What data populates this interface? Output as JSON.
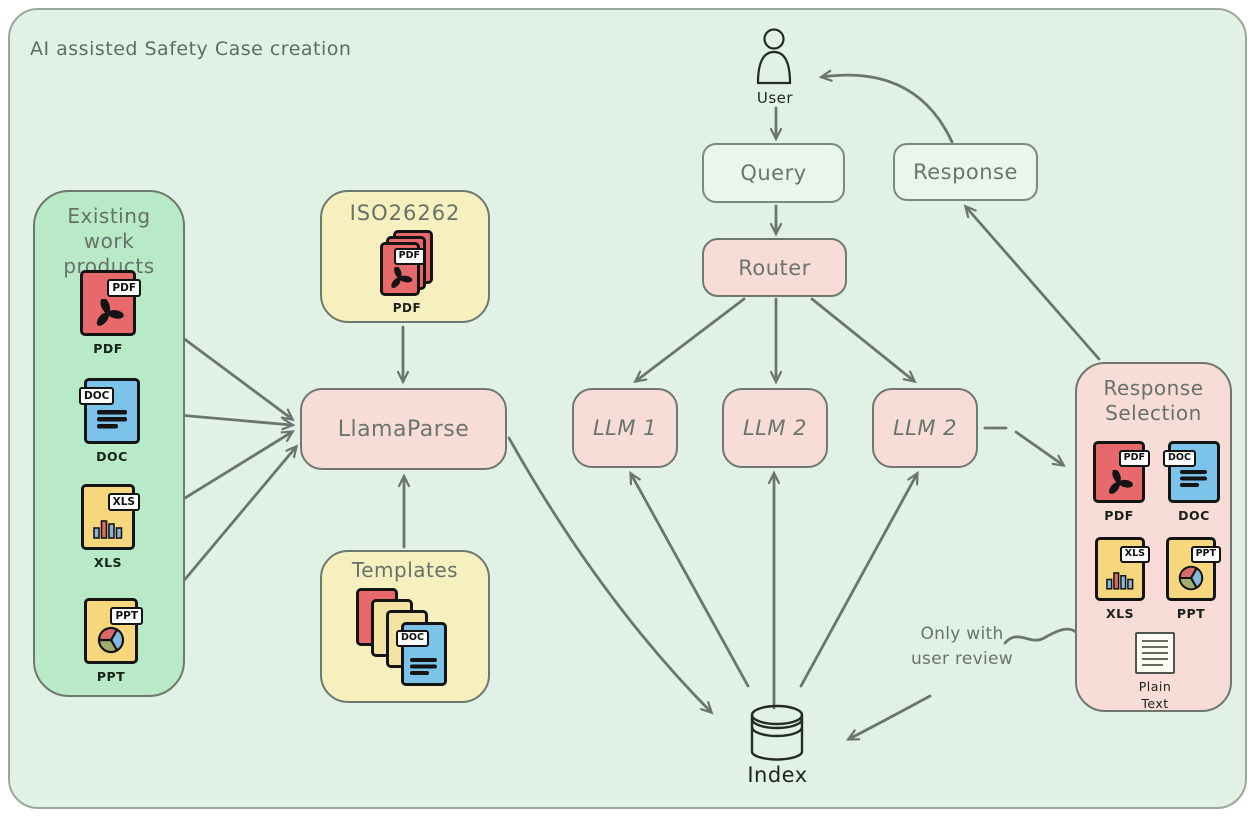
{
  "title": "AI assisted Safety Case creation",
  "colors": {
    "canvas": "#e2f1e5",
    "group_green": "#b9eac7",
    "group_yellow": "#f6f0bf",
    "node_pink": "#f8dcd7",
    "connector_gray": "#6b756f",
    "file_red": "#e8696b",
    "file_blue": "#7cc3ea",
    "file_yellow": "#f6d77d"
  },
  "user": {
    "label": "User"
  },
  "query": {
    "label": "Query"
  },
  "response": {
    "label": "Response"
  },
  "router": {
    "label": "Router"
  },
  "llms": [
    {
      "label": "LLM 1"
    },
    {
      "label": "LLM 2"
    },
    {
      "label": "LLM 2"
    }
  ],
  "llamaparse": {
    "label": "LlamaParse"
  },
  "index": {
    "label": "Index"
  },
  "existing_work_products": {
    "title": "Existing work products",
    "files": [
      {
        "type": "pdf",
        "badge": "PDF",
        "caption": "PDF"
      },
      {
        "type": "doc",
        "badge": "DOC",
        "caption": "DOC"
      },
      {
        "type": "xls",
        "badge": "XLS",
        "caption": "XLS"
      },
      {
        "type": "ppt",
        "badge": "PPT",
        "caption": "PPT"
      }
    ]
  },
  "iso26262": {
    "title": "ISO26262",
    "badge": "PDF",
    "caption": "PDF"
  },
  "templates": {
    "title": "Templates",
    "badge": "DOC"
  },
  "response_selection": {
    "title": "Response Selection",
    "files": [
      {
        "type": "pdf",
        "badge": "PDF",
        "caption": "PDF"
      },
      {
        "type": "doc",
        "badge": "DOC",
        "caption": "DOC"
      },
      {
        "type": "xls",
        "badge": "XLS",
        "caption": "XLS"
      },
      {
        "type": "ppt",
        "badge": "PPT",
        "caption": "PPT"
      }
    ],
    "plain_text_caption": "Plain Text"
  },
  "annotation": {
    "text": "Only with user review"
  }
}
